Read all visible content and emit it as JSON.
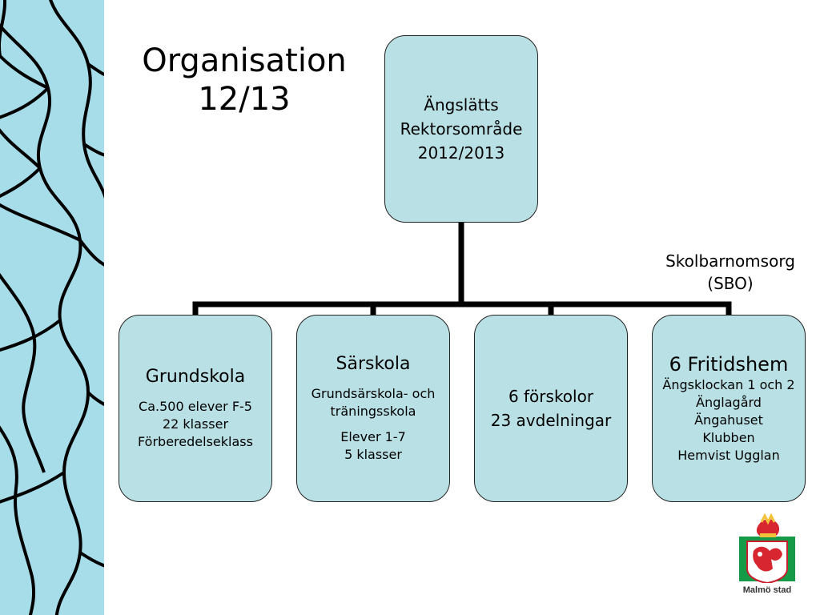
{
  "title": [
    "Organisation",
    "12/13"
  ],
  "root": {
    "lines": [
      "Ängslätts",
      "Rektorsområde",
      "2012/2013"
    ]
  },
  "boxes": [
    {
      "heading": "Grundskola",
      "lines": [
        "Ca.500 elever F-5",
        "22 klasser",
        "Förberedelseklass"
      ]
    },
    {
      "heading": "Särskola",
      "lines": [
        "Grundsärskola- och",
        "träningsskola"
      ],
      "lines2": [
        "Elever 1-7",
        "5 klasser"
      ]
    },
    {
      "lines": [
        "6 förskolor",
        "23 avdelningar"
      ]
    },
    {
      "heading": "6 Fritidshem",
      "lines": [
        "Ängsklockan 1 och 2",
        "Änglagård",
        "Ängahuset",
        "Klubben",
        "Hemvist Ugglan"
      ]
    }
  ],
  "annotation": [
    "Skolbarnomsorg",
    "(SBO)"
  ],
  "logo": {
    "text": "Malmö stad",
    "icon": "malmo-coat-of-arms-icon"
  },
  "colors": {
    "box_fill": "#b9e1e5",
    "strip": "#a6dde9",
    "net_line": "#000000",
    "logo_green": "#159a48"
  }
}
